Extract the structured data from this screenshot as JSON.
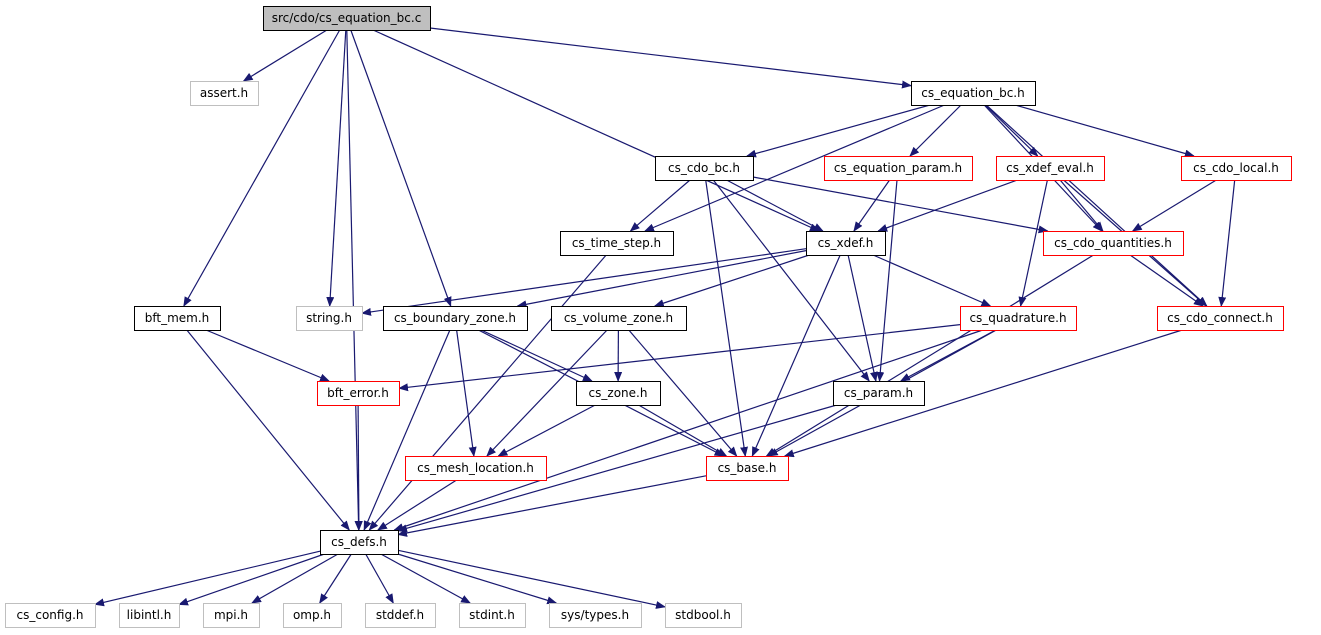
{
  "colors": {
    "edge": "#191970",
    "root_fill": "#bfbfbf",
    "documented_border": "#000000",
    "truncated_border": "#ff0000",
    "external_border": "#bfbfbf",
    "node_fill": "#ffffff"
  },
  "nodes": [
    {
      "id": "root",
      "label": "src/cdo/cs_equation_bc.c",
      "kind": "root"
    },
    {
      "id": "assert",
      "label": "assert.h",
      "kind": "external"
    },
    {
      "id": "eqbc",
      "label": "cs_equation_bc.h",
      "kind": "documented"
    },
    {
      "id": "cdobc",
      "label": "cs_cdo_bc.h",
      "kind": "documented"
    },
    {
      "id": "eqparam",
      "label": "cs_equation_param.h",
      "kind": "truncated"
    },
    {
      "id": "xdefeval",
      "label": "cs_xdef_eval.h",
      "kind": "truncated"
    },
    {
      "id": "cdolocal",
      "label": "cs_cdo_local.h",
      "kind": "truncated"
    },
    {
      "id": "timestep",
      "label": "cs_time_step.h",
      "kind": "documented"
    },
    {
      "id": "xdef",
      "label": "cs_xdef.h",
      "kind": "documented"
    },
    {
      "id": "cdoquant",
      "label": "cs_cdo_quantities.h",
      "kind": "truncated"
    },
    {
      "id": "bftmem",
      "label": "bft_mem.h",
      "kind": "documented"
    },
    {
      "id": "string",
      "label": "string.h",
      "kind": "external"
    },
    {
      "id": "bzone",
      "label": "cs_boundary_zone.h",
      "kind": "documented"
    },
    {
      "id": "vzone",
      "label": "cs_volume_zone.h",
      "kind": "documented"
    },
    {
      "id": "quad",
      "label": "cs_quadrature.h",
      "kind": "truncated"
    },
    {
      "id": "cdoconn",
      "label": "cs_cdo_connect.h",
      "kind": "truncated"
    },
    {
      "id": "bfterr",
      "label": "bft_error.h",
      "kind": "truncated"
    },
    {
      "id": "zone",
      "label": "cs_zone.h",
      "kind": "documented"
    },
    {
      "id": "param",
      "label": "cs_param.h",
      "kind": "documented"
    },
    {
      "id": "meshloc",
      "label": "cs_mesh_location.h",
      "kind": "truncated"
    },
    {
      "id": "base",
      "label": "cs_base.h",
      "kind": "truncated"
    },
    {
      "id": "defs",
      "label": "cs_defs.h",
      "kind": "documented"
    },
    {
      "id": "config",
      "label": "cs_config.h",
      "kind": "external"
    },
    {
      "id": "libintl",
      "label": "libintl.h",
      "kind": "external"
    },
    {
      "id": "mpi",
      "label": "mpi.h",
      "kind": "external"
    },
    {
      "id": "omp",
      "label": "omp.h",
      "kind": "external"
    },
    {
      "id": "stddef",
      "label": "stddef.h",
      "kind": "external"
    },
    {
      "id": "stdint",
      "label": "stdint.h",
      "kind": "external"
    },
    {
      "id": "systypes",
      "label": "sys/types.h",
      "kind": "external"
    },
    {
      "id": "stdbool",
      "label": "stdbool.h",
      "kind": "external"
    }
  ],
  "edges": [
    [
      "root",
      "assert"
    ],
    [
      "root",
      "eqbc"
    ],
    [
      "root",
      "bftmem"
    ],
    [
      "root",
      "string"
    ],
    [
      "root",
      "bzone"
    ],
    [
      "root",
      "xdef"
    ],
    [
      "root",
      "defs"
    ],
    [
      "eqbc",
      "cdobc"
    ],
    [
      "eqbc",
      "eqparam"
    ],
    [
      "eqbc",
      "xdefeval"
    ],
    [
      "eqbc",
      "cdolocal"
    ],
    [
      "eqbc",
      "timestep"
    ],
    [
      "eqbc",
      "cdoquant"
    ],
    [
      "eqbc",
      "cdoconn"
    ],
    [
      "cdobc",
      "timestep"
    ],
    [
      "cdobc",
      "xdef"
    ],
    [
      "cdobc",
      "cdoquant"
    ],
    [
      "cdobc",
      "param"
    ],
    [
      "cdobc",
      "base"
    ],
    [
      "eqparam",
      "xdef"
    ],
    [
      "eqparam",
      "param"
    ],
    [
      "xdefeval",
      "xdef"
    ],
    [
      "xdefeval",
      "cdoquant"
    ],
    [
      "xdefeval",
      "quad"
    ],
    [
      "xdefeval",
      "cdoconn"
    ],
    [
      "cdolocal",
      "cdoquant"
    ],
    [
      "cdolocal",
      "cdoconn"
    ],
    [
      "timestep",
      "defs"
    ],
    [
      "xdef",
      "string"
    ],
    [
      "xdef",
      "bzone"
    ],
    [
      "xdef",
      "vzone"
    ],
    [
      "xdef",
      "quad"
    ],
    [
      "xdef",
      "param"
    ],
    [
      "xdef",
      "base"
    ],
    [
      "cdoquant",
      "cdoconn"
    ],
    [
      "cdoquant",
      "base"
    ],
    [
      "bftmem",
      "bfterr"
    ],
    [
      "bftmem",
      "defs"
    ],
    [
      "bzone",
      "zone"
    ],
    [
      "bzone",
      "meshloc"
    ],
    [
      "bzone",
      "base"
    ],
    [
      "bzone",
      "defs"
    ],
    [
      "vzone",
      "zone"
    ],
    [
      "vzone",
      "meshloc"
    ],
    [
      "vzone",
      "base"
    ],
    [
      "quad",
      "bfterr"
    ],
    [
      "quad",
      "param"
    ],
    [
      "quad",
      "base"
    ],
    [
      "quad",
      "defs"
    ],
    [
      "cdoconn",
      "base"
    ],
    [
      "bfterr",
      "defs"
    ],
    [
      "zone",
      "meshloc"
    ],
    [
      "zone",
      "base"
    ],
    [
      "param",
      "defs"
    ],
    [
      "meshloc",
      "defs"
    ],
    [
      "base",
      "defs"
    ],
    [
      "defs",
      "config"
    ],
    [
      "defs",
      "libintl"
    ],
    [
      "defs",
      "mpi"
    ],
    [
      "defs",
      "omp"
    ],
    [
      "defs",
      "stddef"
    ],
    [
      "defs",
      "stdint"
    ],
    [
      "defs",
      "systypes"
    ],
    [
      "defs",
      "stdbool"
    ]
  ]
}
